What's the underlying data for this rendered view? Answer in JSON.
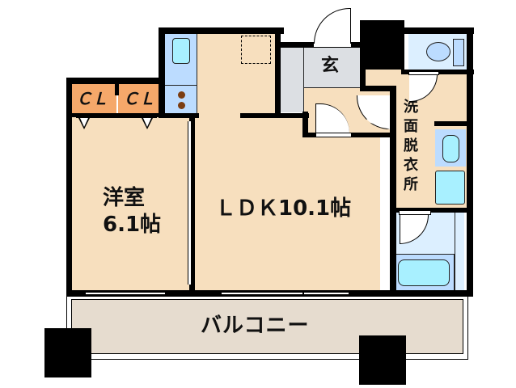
{
  "floorplan": {
    "colors": {
      "room_floor": "#f7dfbe",
      "closet": "#f5a86a",
      "wet_area": "#dcefff",
      "kitchen_counter": "#bcdcff",
      "entrance": "#dcdfe3",
      "balcony": "#e6dccf",
      "fixture": "#a8f0ff",
      "wall": "#000000"
    },
    "rooms": {
      "western_room": {
        "name": "洋室",
        "size": "6.1帖"
      },
      "ldk": {
        "label": "ＬＤＫ10.1帖"
      },
      "entrance": {
        "label": "玄"
      },
      "washroom": {
        "label_lines": [
          "洗",
          "面",
          "脱",
          "衣",
          "所"
        ]
      },
      "closet_1": {
        "label": "ＣＬ"
      },
      "closet_2": {
        "label": "ＣＬ"
      },
      "balcony": {
        "label": "バルコニー"
      }
    },
    "icons": [
      "toilet-icon",
      "sink-icon",
      "bathtub-icon",
      "washing-machine-pan-icon",
      "stove-burners-icon",
      "kitchen-sink-icon",
      "door-swing-icon",
      "window-icon",
      "ceiling-vent-icon"
    ]
  }
}
